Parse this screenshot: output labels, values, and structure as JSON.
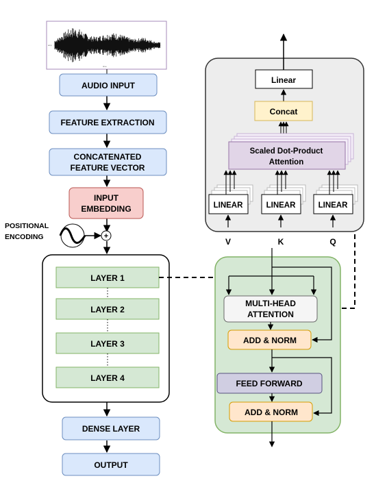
{
  "pipeline": {
    "audio_input": "AUDIO INPUT",
    "feature_extraction": "FEATURE EXTRACTION",
    "concat_feature_line1": "CONCATENATED",
    "concat_feature_line2": "FEATURE VECTOR",
    "input_embedding_line1": "INPUT",
    "input_embedding_line2": "EMBEDDING",
    "positional_line1": "POSITIONAL",
    "positional_line2": "ENCODING",
    "plus_symbol": "+",
    "dense_layer": "DENSE LAYER",
    "output": "OUTPUT"
  },
  "layers": [
    "LAYER 1",
    "LAYER 2",
    "LAYER 3",
    "LAYER 4"
  ],
  "attention": {
    "linear_top": "Linear",
    "concat": "Concat",
    "sdpa_line1": "Scaled Dot-Product",
    "sdpa_line2": "Attention",
    "linear_v": "LINEAR",
    "linear_k": "LINEAR",
    "linear_q": "LINEAR",
    "input_v": "V",
    "input_k": "K",
    "input_q": "Q"
  },
  "encoder": {
    "mha_line1": "MULTI-HEAD",
    "mha_line2": "ATTENTION",
    "add_norm_1": "ADD & NORM",
    "feed_forward": "FEED FORWARD",
    "add_norm_2": "ADD & NORM"
  },
  "colors": {
    "blue_fill": "#dae8fc",
    "blue_stroke": "#6c8ebf",
    "red_fill": "#f8cecc",
    "red_stroke": "#b85450",
    "green_fill": "#d5e8d4",
    "green_stroke": "#82b366",
    "orange_fill": "#ffe6cc",
    "orange_stroke": "#d79b00",
    "purple_fill": "#e1d5e7",
    "purple_stroke": "#9673a6",
    "yellow_fill": "#fff2cc",
    "yellow_stroke": "#d6b656",
    "gray_fill": "#f5f5f5",
    "gray_panel": "#ededed",
    "slate_fill": "#d0cee2",
    "slate_stroke": "#56517e"
  },
  "icons": [
    "waveform-icon",
    "sine-wave-icon",
    "plus-circle-icon"
  ]
}
